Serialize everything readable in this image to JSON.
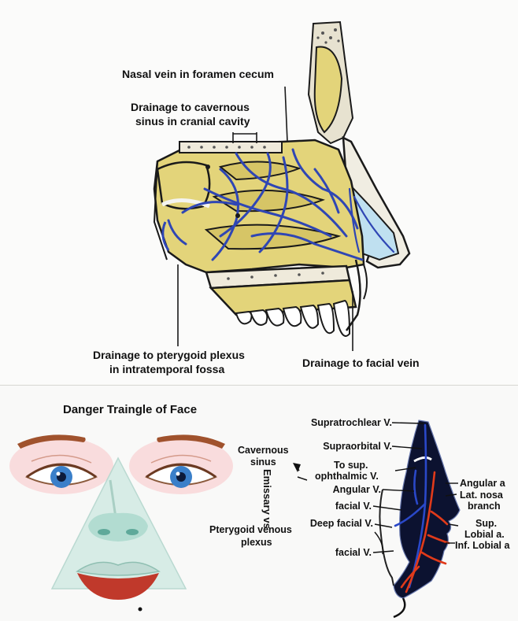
{
  "top_diagram": {
    "labels": {
      "nasal_vein": "Nasal vein in foramen cecum",
      "cavernous_line1": "Drainage to cavernous",
      "cavernous_line2": "sinus in cranial cavity",
      "pterygoid_line1": "Drainage to pterygoid plexus",
      "pterygoid_line2": "in intratemporal fossa",
      "facial_vein": "Drainage to facial vein"
    },
    "colors": {
      "bone": "#e3d47a",
      "vein": "#2f46b4",
      "cavity": "#bfe0f0",
      "outline": "#1a1a1a"
    }
  },
  "bottom_left": {
    "title": "Danger Traingle of Face",
    "colors": {
      "triangle": "#d6ece6",
      "iris": "#3a7fc9",
      "brow": "#a0522d",
      "lips": "#c0392b"
    }
  },
  "bottom_middle": {
    "cavernous_line1": "Cavernous",
    "cavernous_line2": "sinus",
    "emissary": "Emissary vs",
    "pterygoid_line1": "Pterygoid venous",
    "pterygoid_line2": "plexus"
  },
  "bottom_right": {
    "left_labels": {
      "supratrochlear": "Supratrochlear V.",
      "supraorbital": "Supraorbital V.",
      "to_sup_line1": "To sup.",
      "to_sup_line2": "ophthalmic V.",
      "angular": "Angular V.",
      "facial_upper": "facial V.",
      "deep_facial": "Deep facial V.",
      "facial_lower": "facial V."
    },
    "right_labels": {
      "angular_a": "Angular a",
      "lat_nasal_line1": "Lat. nosa",
      "lat_nasal_line2": "branch",
      "sup_labial_line1": "Sup.",
      "sup_labial_line2": "Lobial a.",
      "inf_labial": "Inf. Lobial a"
    },
    "colors": {
      "face": "#0c1230",
      "vein": "#2a48c8",
      "artery": "#e03a1a"
    }
  }
}
